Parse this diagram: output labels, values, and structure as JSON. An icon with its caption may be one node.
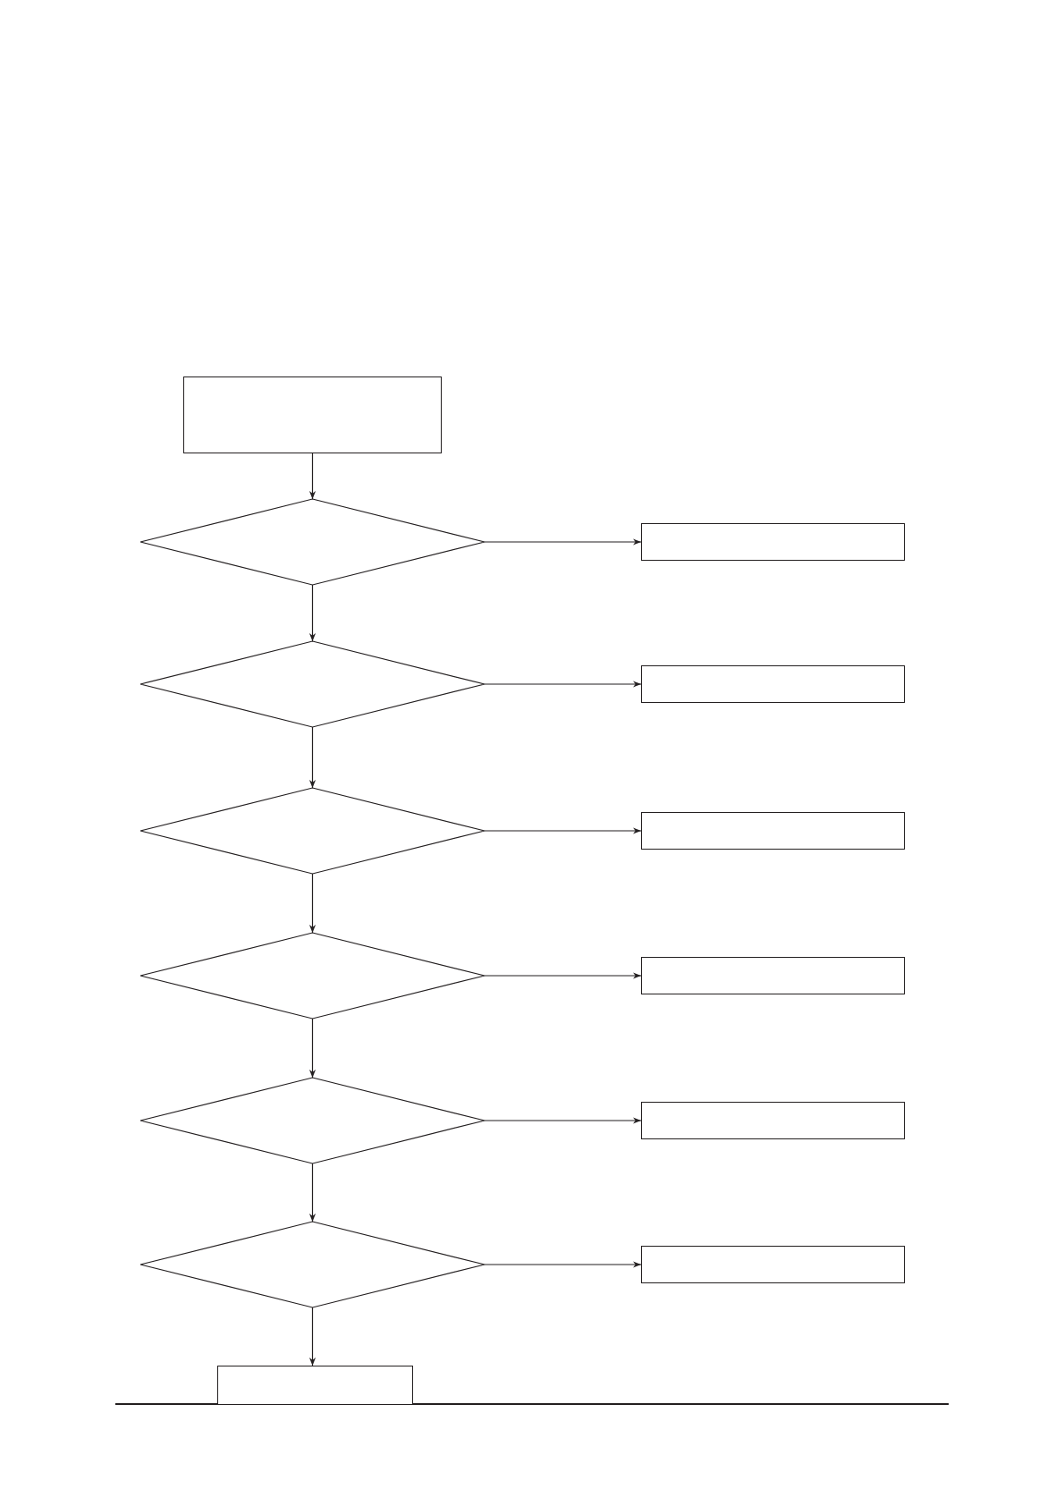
{
  "diagram": {
    "nodes": [
      {
        "text": [],
        "shape": "box"
      },
      {
        "text": [],
        "shape": "diamond"
      },
      {
        "text": [],
        "shape": "box"
      },
      {
        "text": [],
        "shape": "diamond"
      },
      {
        "text": [],
        "shape": "box"
      },
      {
        "text": [],
        "shape": "diamond"
      },
      {
        "text": [],
        "shape": "box"
      },
      {
        "text": [],
        "shape": "diamond"
      },
      {
        "text": [],
        "shape": "box"
      },
      {
        "text": [],
        "shape": "diamond"
      },
      {
        "text": [],
        "shape": "box"
      },
      {
        "text": [],
        "shape": "diamond"
      },
      {
        "text": [],
        "shape": "box"
      },
      {
        "text": [],
        "shape": "box"
      }
    ],
    "edges": [
      {
        "from": 0,
        "to": 1,
        "arrow": "to"
      },
      {
        "from": 1,
        "to": 2,
        "arrow": "to"
      },
      {
        "from": 1,
        "to": 3,
        "arrow": "to"
      },
      {
        "from": 3,
        "to": 4,
        "arrow": "to"
      },
      {
        "from": 3,
        "to": 5,
        "arrow": "to"
      },
      {
        "from": 5,
        "to": 6,
        "arrow": "to"
      },
      {
        "from": 5,
        "to": 7,
        "arrow": "to"
      },
      {
        "from": 7,
        "to": 8,
        "arrow": "to"
      },
      {
        "from": 7,
        "to": 9,
        "arrow": "to"
      },
      {
        "from": 9,
        "to": 10,
        "arrow": "to"
      },
      {
        "from": 9,
        "to": 11,
        "arrow": "to"
      },
      {
        "from": 11,
        "to": 12,
        "arrow": "to"
      },
      {
        "from": 11,
        "to": 13,
        "arrow": "to"
      }
    ]
  }
}
